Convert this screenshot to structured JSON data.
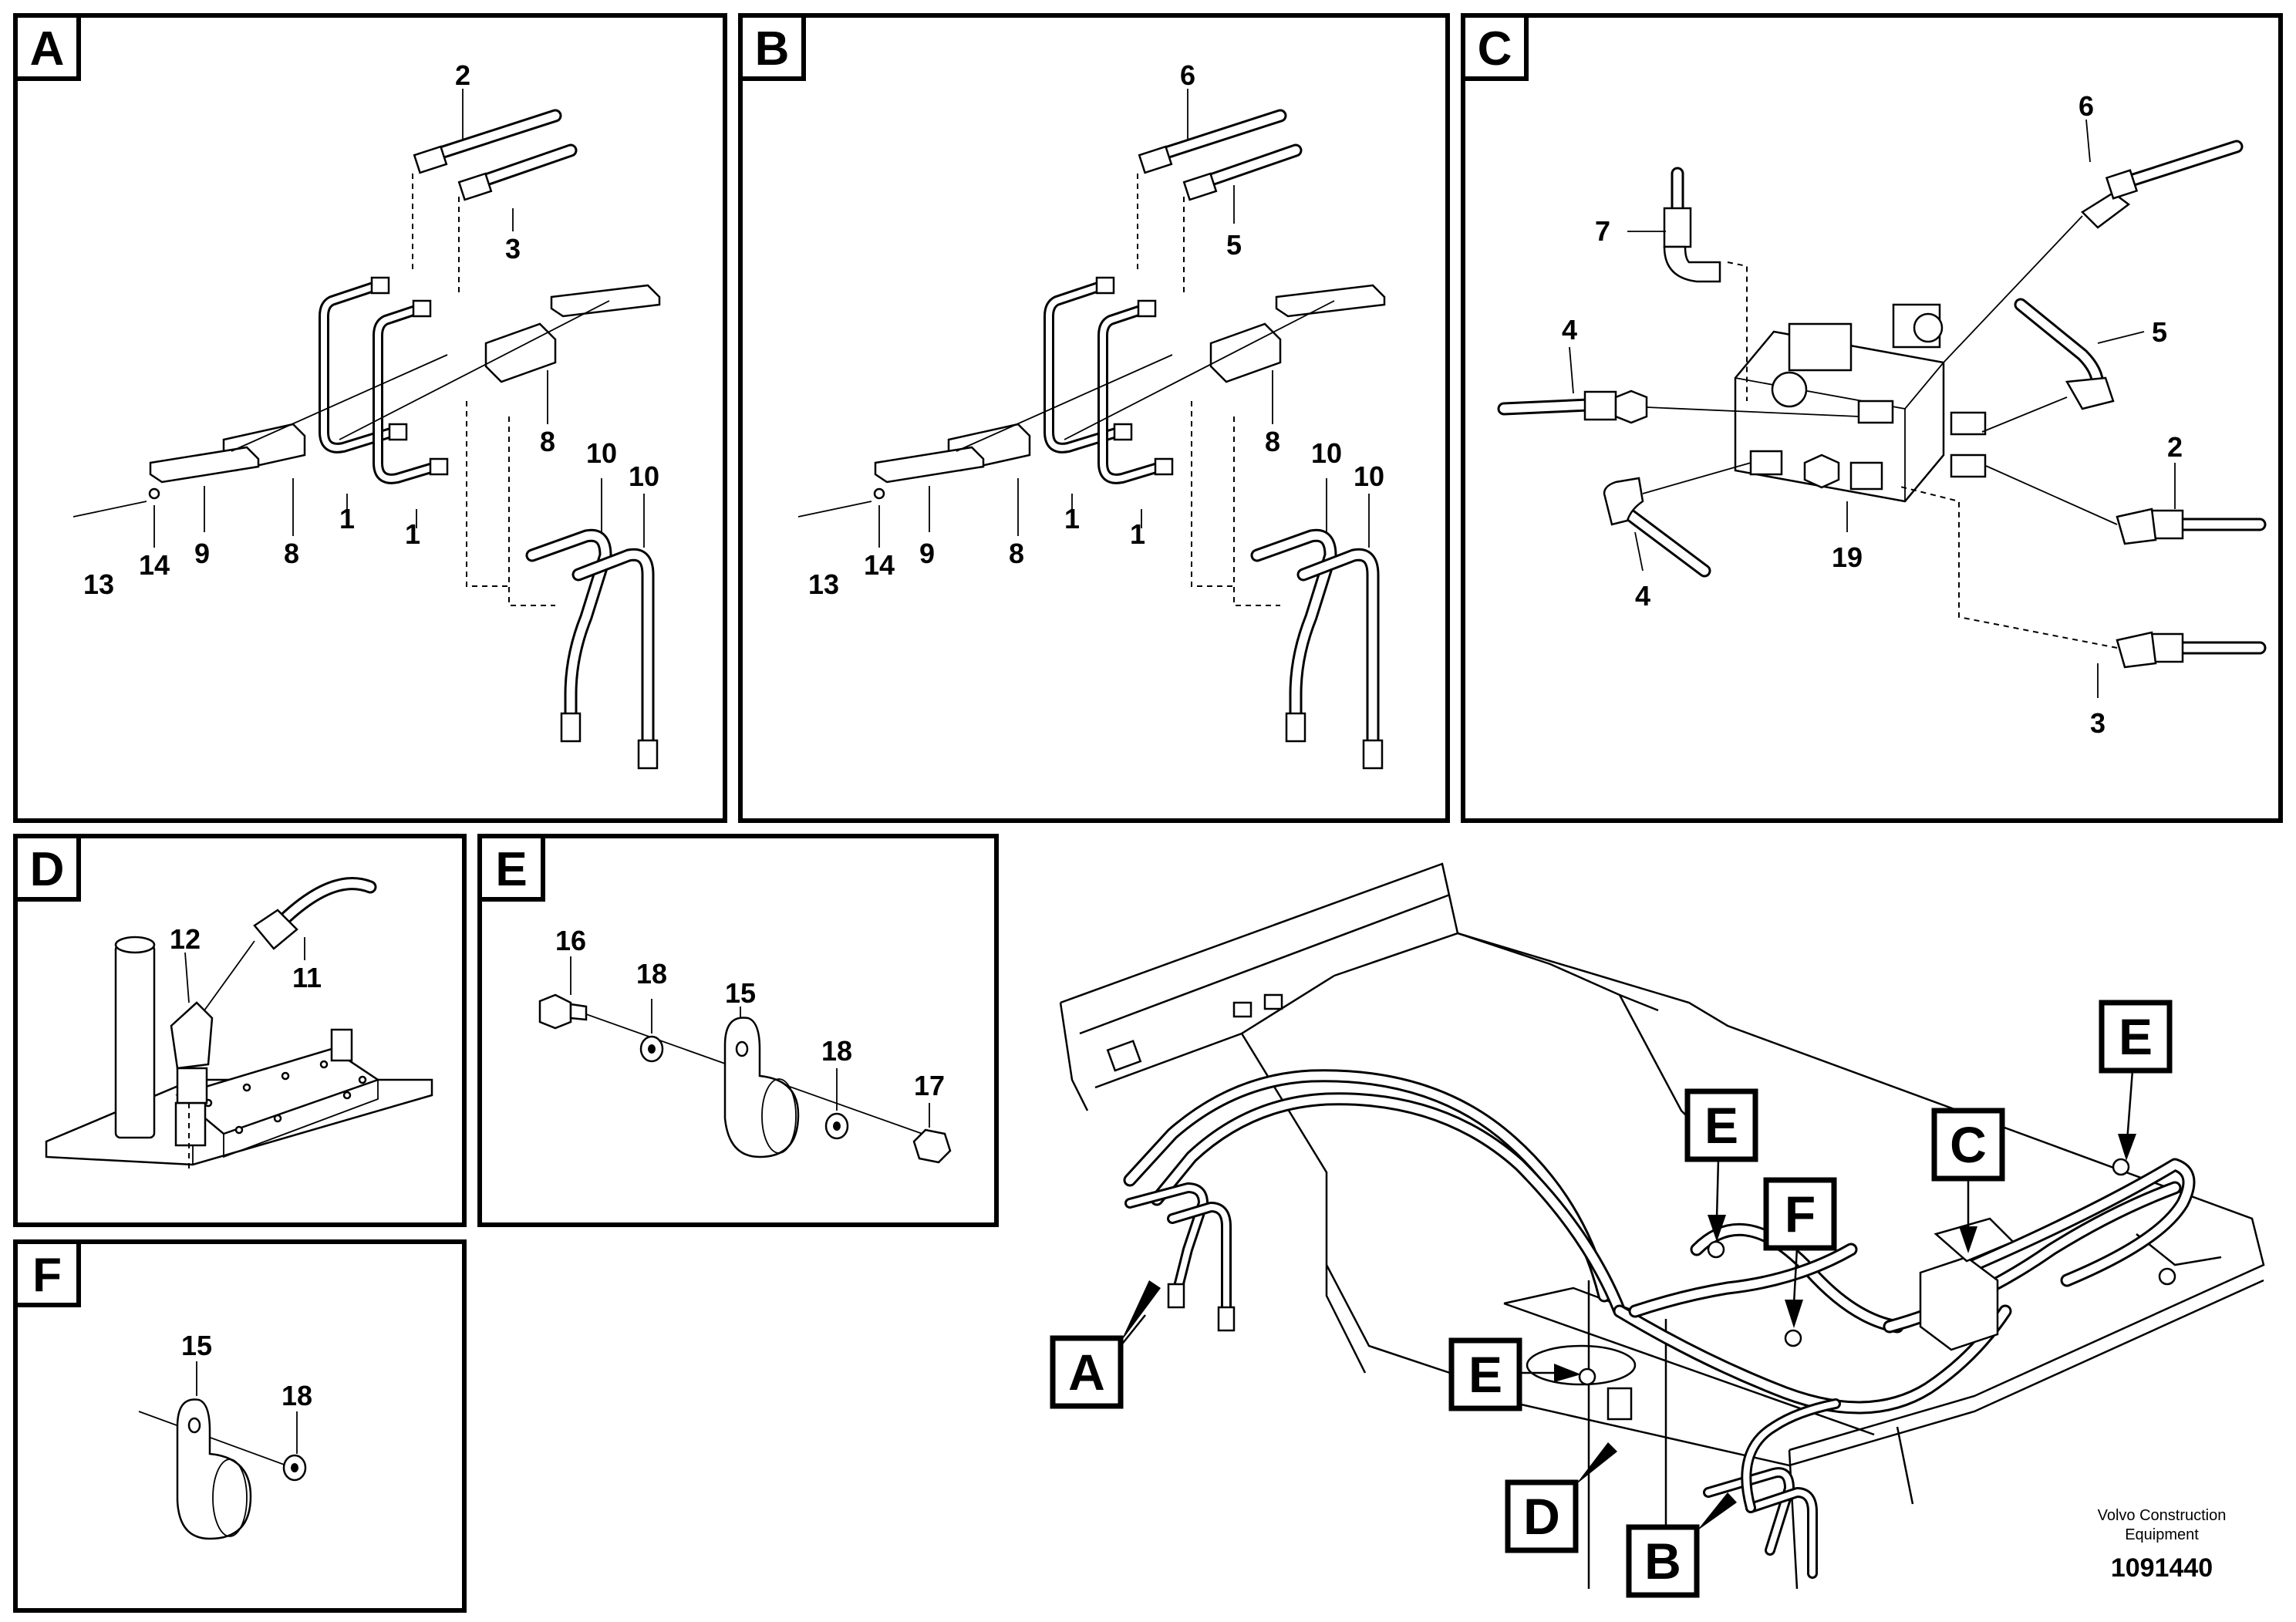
{
  "panels": {
    "A": {
      "letter": "A",
      "labels": [
        "2",
        "3",
        "8",
        "10",
        "10",
        "13",
        "14",
        "9",
        "8",
        "1",
        "1"
      ]
    },
    "B": {
      "letter": "B",
      "labels": [
        "6",
        "5",
        "8",
        "10",
        "10",
        "13",
        "14",
        "9",
        "8",
        "1",
        "1"
      ]
    },
    "C": {
      "letter": "C",
      "labels": [
        "6",
        "7",
        "5",
        "4",
        "2",
        "19",
        "4",
        "3"
      ]
    },
    "D": {
      "letter": "D",
      "labels": [
        "12",
        "11"
      ]
    },
    "E": {
      "letter": "E",
      "labels": [
        "16",
        "18",
        "15",
        "18",
        "17"
      ]
    },
    "F": {
      "letter": "F",
      "labels": [
        "15",
        "18"
      ]
    }
  },
  "overview": {
    "callouts": [
      "A",
      "B",
      "C",
      "D",
      "E",
      "E",
      "E",
      "F"
    ]
  },
  "footer": {
    "company_line1": "Volvo Construction",
    "company_line2": "Equipment",
    "drawing_number": "1091440"
  }
}
